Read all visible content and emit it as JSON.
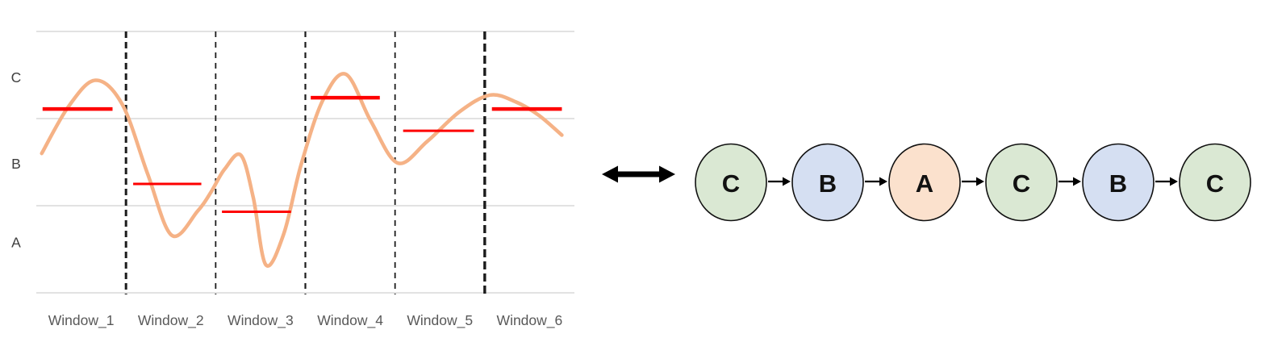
{
  "style": {
    "background": "#ffffff",
    "curve_color": "#f5b286",
    "mean_color": "#fe0000",
    "grid_color": "#d9d9d9",
    "divider_color": "#1c1c1c",
    "x_label_color": "#595959",
    "y_label_color": "#3f3f3f",
    "node_stroke": "#111111",
    "node_label_color": "#111111",
    "arrow_color": "#000000"
  },
  "chart_data": {
    "type": "line",
    "title": "",
    "xlabel": "",
    "ylabel": "",
    "grid": true,
    "legend": false,
    "categories": [
      "Window_1",
      "Window_2",
      "Window_3",
      "Window_4",
      "Window_5",
      "Window_6"
    ],
    "y_zone_labels": [
      "A",
      "B",
      "C"
    ],
    "y_zone_label_positions": [
      0.58,
      1.48,
      2.47
    ],
    "ylim": [
      0,
      3
    ],
    "window_symbols": [
      "C",
      "B",
      "A",
      "C",
      "B",
      "C"
    ],
    "window_means": [
      2.11,
      1.25,
      0.93,
      2.24,
      1.86,
      2.11
    ],
    "mean_segments": [
      {
        "u0": 0.07,
        "u1": 0.85,
        "v": 2.11,
        "w": 4.5
      },
      {
        "u0": 1.08,
        "u1": 1.84,
        "v": 1.25,
        "w": 3
      },
      {
        "u0": 2.07,
        "u1": 2.84,
        "v": 0.93,
        "w": 3
      },
      {
        "u0": 3.06,
        "u1": 3.83,
        "v": 2.24,
        "w": 4.5
      },
      {
        "u0": 4.09,
        "u1": 4.88,
        "v": 1.86,
        "w": 3
      },
      {
        "u0": 5.08,
        "u1": 5.86,
        "v": 2.11,
        "w": 4.5
      }
    ],
    "dividers": [
      {
        "u": 1,
        "width": 3.0,
        "dash": "8 5"
      },
      {
        "u": 2,
        "width": 1.8,
        "dash": "7 6"
      },
      {
        "u": 3,
        "width": 2.2,
        "dash": "7 6"
      },
      {
        "u": 4,
        "width": 1.8,
        "dash": "7 6"
      },
      {
        "u": 5,
        "width": 3.4,
        "dash": "10 5"
      }
    ],
    "curve_points": [
      [
        0.06,
        1.6
      ],
      [
        0.36,
        2.14
      ],
      [
        0.66,
        2.44
      ],
      [
        0.96,
        2.16
      ],
      [
        1.24,
        1.37
      ],
      [
        1.51,
        0.66
      ],
      [
        1.8,
        0.94
      ],
      [
        1.95,
        1.16
      ],
      [
        2.1,
        1.42
      ],
      [
        2.28,
        1.58
      ],
      [
        2.42,
        1.09
      ],
      [
        2.56,
        0.32
      ],
      [
        2.76,
        0.68
      ],
      [
        2.95,
        1.46
      ],
      [
        3.19,
        2.2
      ],
      [
        3.45,
        2.51
      ],
      [
        3.73,
        1.97
      ],
      [
        4.03,
        1.49
      ],
      [
        4.36,
        1.74
      ],
      [
        4.72,
        2.08
      ],
      [
        5.06,
        2.27
      ],
      [
        5.35,
        2.19
      ],
      [
        5.6,
        2.04
      ],
      [
        5.86,
        1.81
      ]
    ]
  },
  "equivalence": {
    "icon": "double-headed-arrow"
  },
  "sequence_diagram": {
    "nodes": [
      {
        "label": "C",
        "fill": "#dae8d3"
      },
      {
        "label": "B",
        "cat": "B",
        "fill": "#d5dff2"
      },
      {
        "label": "A",
        "fill": "#fbe1cd"
      },
      {
        "label": "C",
        "fill": "#dae8d3"
      },
      {
        "label": "B",
        "fill": "#d5dff2"
      },
      {
        "label": "C",
        "fill": "#dae8d3"
      }
    ]
  }
}
